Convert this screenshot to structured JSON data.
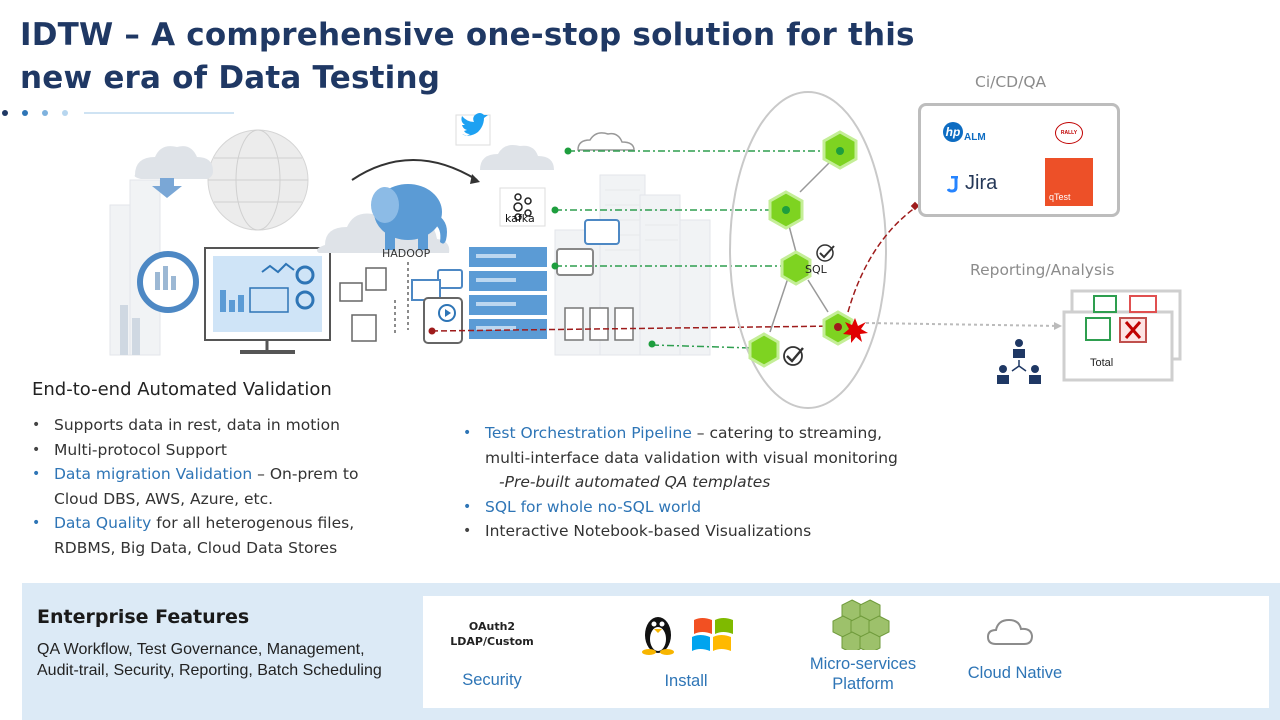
{
  "slide": {
    "title_line1": "IDTW – A comprehensive one-stop solution for this",
    "title_line2": "new era of Data Testing"
  },
  "diagram": {
    "hadoop_label": "HADOOP",
    "kafka_label": "kafka",
    "sql_label": "SQL",
    "cicd_label": "Ci/CD/QA",
    "reporting_label": "Reporting/Analysis",
    "tools": {
      "hp_alm_prefix": "hp",
      "hp_alm_suffix": "ALM",
      "rally": "RALLY",
      "jira": "Jira",
      "qtest": "qTest"
    },
    "report_total": "Total"
  },
  "validation": {
    "heading": "End-to-end Automated Validation",
    "items": {
      "i1": "Supports data in rest, data in motion",
      "i2": "Multi-protocol Support",
      "i3_hl": "Data migration Validation",
      "i3_rest": " – On-prem to",
      "i3_line2": "Cloud DBS, AWS, Azure, etc.",
      "i4_hl": "Data Quality",
      "i4_rest": " for all heterogenous files,",
      "i4_line2": "RDBMS, Big Data, Cloud Data Stores"
    }
  },
  "pipeline": {
    "p1_hl": "Test Orchestration Pipeline",
    "p1_rest": " – catering to streaming,",
    "p1_line2": "multi-interface data validation with visual monitoring",
    "p1_line3": "-Pre-built automated QA templates",
    "p2_hl": "SQL for whole no-SQL world",
    "p3": "Interactive Notebook-based Visualizations"
  },
  "enterprise": {
    "title": "Enterprise Features",
    "desc_line1": "QA Workflow, Test Governance, Management,",
    "desc_line2": "Audit-trail, Security, Reporting, Batch Scheduling",
    "features": {
      "security_top1": "OAuth2",
      "security_top2": "LDAP/Custom",
      "security": "Security",
      "install": "Install",
      "micro_line1": "Micro-services",
      "micro_line2": "Platform",
      "cloud": "Cloud Native"
    }
  },
  "colors": {
    "title": "#1f3864",
    "accent_blue": "#2e75b6",
    "green_node": "#7ed321",
    "green_dot": "#1e9e3e",
    "red_dashed": "#9e1b1b",
    "enterprise_bg": "#dceaf6"
  }
}
